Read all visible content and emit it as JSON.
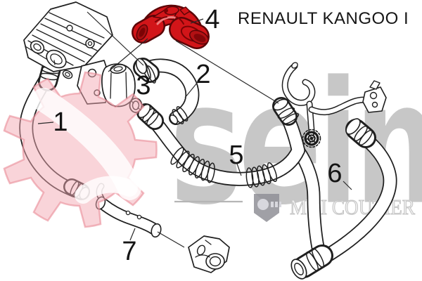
{
  "header": {
    "title": "RENAULT KANGOO I"
  },
  "diagram": {
    "parts": [
      {
        "number": "1",
        "highlighted": false
      },
      {
        "number": "2",
        "highlighted": false
      },
      {
        "number": "3",
        "highlighted": false
      },
      {
        "number": "4",
        "highlighted": true
      },
      {
        "number": "5",
        "highlighted": false
      },
      {
        "number": "6",
        "highlighted": false
      },
      {
        "number": "7",
        "highlighted": false
      }
    ]
  },
  "watermark": {
    "brand": "seim",
    "company": "MGI COUTIER"
  },
  "colors": {
    "highlight_red": "#d21519",
    "gear_pink": "#f3aab4",
    "brand_gray": "#c6c6c6",
    "line_black": "#1f1f1f"
  }
}
